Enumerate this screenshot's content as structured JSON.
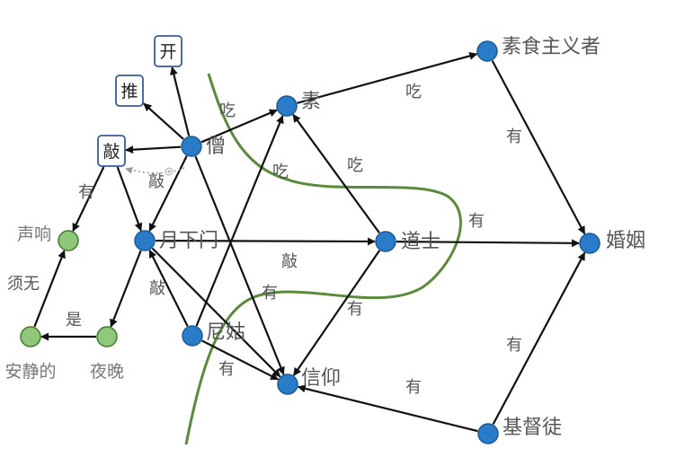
{
  "colors": {
    "node_blue": "#2a7bc8",
    "node_blue_stroke": "#1a5a98",
    "node_green": "#8fc87a",
    "node_green_stroke": "#3f7a2e",
    "edge": "#111111",
    "dotted_edge": "#999999",
    "curve": "#5a8a3c",
    "label_text": "#555555",
    "grey_text": "#777777",
    "box_stroke": "#3a5a9a"
  },
  "nodes": [
    {
      "id": "seng",
      "label": "僧",
      "kind": "blue"
    },
    {
      "id": "yuexiamen",
      "label": "月下门",
      "kind": "blue"
    },
    {
      "id": "su",
      "label": "素",
      "kind": "blue"
    },
    {
      "id": "daoshi",
      "label": "道士",
      "kind": "blue"
    },
    {
      "id": "nigu",
      "label": "尼姑",
      "kind": "blue"
    },
    {
      "id": "xinyang",
      "label": "信仰",
      "kind": "blue"
    },
    {
      "id": "sushizhuyizhe",
      "label": "素食主义者",
      "kind": "blue"
    },
    {
      "id": "hunyin",
      "label": "婚姻",
      "kind": "blue"
    },
    {
      "id": "jidutu",
      "label": "基督徒",
      "kind": "blue"
    },
    {
      "id": "shengxiang",
      "label": "声响",
      "kind": "green"
    },
    {
      "id": "anjingde",
      "label": "安静的",
      "kind": "green"
    },
    {
      "id": "yewan",
      "label": "夜晚",
      "kind": "green"
    },
    {
      "id": "qiao",
      "label": "敲",
      "kind": "box"
    },
    {
      "id": "tui",
      "label": "推",
      "kind": "box"
    },
    {
      "id": "kai",
      "label": "开",
      "kind": "box"
    }
  ],
  "edges": [
    {
      "from": "seng",
      "to": "kai",
      "label": ""
    },
    {
      "from": "seng",
      "to": "tui",
      "label": ""
    },
    {
      "from": "seng",
      "to": "qiao",
      "label": ""
    },
    {
      "from": "seng",
      "to": "su",
      "label": "吃"
    },
    {
      "from": "seng",
      "to": "yuexiamen",
      "label": ""
    },
    {
      "from": "seng",
      "to": "xinyang",
      "label": ""
    },
    {
      "from": "qiao",
      "to": "shengxiang",
      "label": "有"
    },
    {
      "from": "qiao",
      "to": "yuexiamen",
      "label": ""
    },
    {
      "from": "yuexiamen",
      "to": "yewan",
      "label": ""
    },
    {
      "from": "yuexiamen",
      "to": "daoshi",
      "label": "敲"
    },
    {
      "from": "yuexiamen",
      "to": "xinyang",
      "label": "有"
    },
    {
      "from": "yewan",
      "to": "anjingde",
      "label": "是"
    },
    {
      "from": "anjingde",
      "to": "shengxiang",
      "label": "须无"
    },
    {
      "from": "nigu",
      "to": "yuexiamen",
      "label": "敲"
    },
    {
      "from": "nigu",
      "to": "su",
      "label": "吃"
    },
    {
      "from": "nigu",
      "to": "xinyang",
      "label": "有"
    },
    {
      "from": "daoshi",
      "to": "su",
      "label": "吃"
    },
    {
      "from": "daoshi",
      "to": "hunyin",
      "label": "有"
    },
    {
      "from": "daoshi",
      "to": "xinyang",
      "label": "有"
    },
    {
      "from": "su",
      "to": "sushizhuyizhe",
      "label": "吃"
    },
    {
      "from": "sushizhuyizhe",
      "to": "hunyin",
      "label": "有"
    },
    {
      "from": "jidutu",
      "to": "hunyin",
      "label": "有"
    },
    {
      "from": "jidutu",
      "to": "xinyang",
      "label": "有"
    }
  ],
  "dotted_edges": [
    {
      "from": "seng",
      "to": "qiao",
      "label": "敲"
    }
  ]
}
